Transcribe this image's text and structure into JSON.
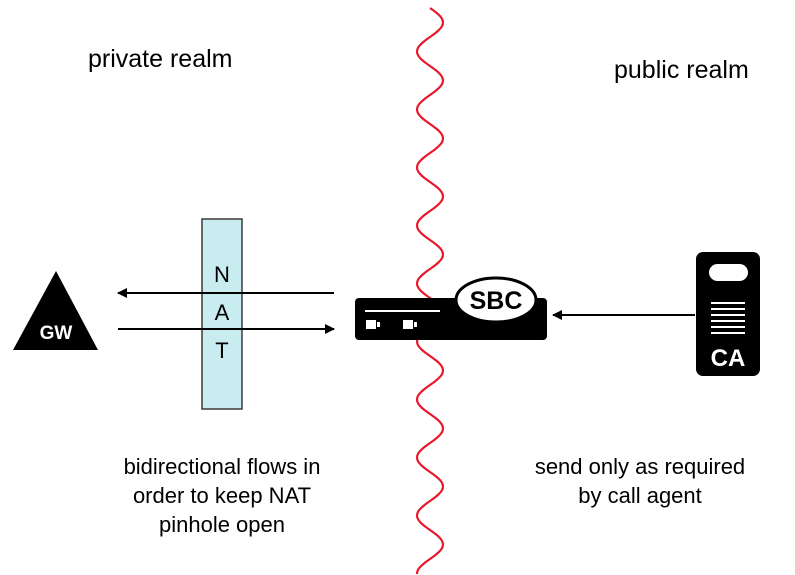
{
  "headings": {
    "left": "private realm",
    "right": "public realm"
  },
  "nodes": {
    "gateway": "GW",
    "nat_letters": [
      "N",
      "A",
      "T"
    ],
    "sbc": "SBC",
    "call_agent": "CA"
  },
  "captions": {
    "left": [
      "bidirectional flows in",
      "order to keep NAT",
      "pinhole open"
    ],
    "right": [
      "send only as required",
      "by call agent"
    ]
  },
  "colors": {
    "boundary": "#e8192c",
    "nat_fill": "#c8ecef",
    "device": "#000000"
  }
}
